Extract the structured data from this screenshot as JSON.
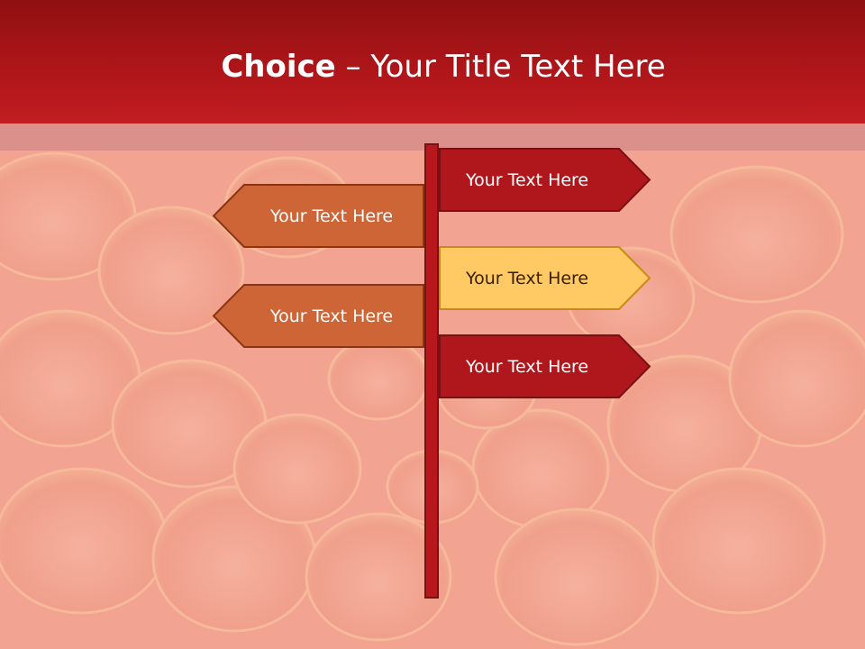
{
  "slide": {
    "title_bold": "Choice",
    "title_rest": " – Your Title Text Here"
  },
  "signs": [
    {
      "label": "Your Text Here",
      "direction": "right",
      "fill": "#b0171c",
      "stroke": "#7a1014",
      "text_color": "#ffffff"
    },
    {
      "label": "Your Text Here",
      "direction": "left",
      "fill": "#cd6537",
      "stroke": "#8a3414",
      "text_color": "#ffffff"
    },
    {
      "label": "Your Text Here",
      "direction": "right",
      "fill": "#ffc964",
      "stroke": "#c98a17",
      "text_color": "#3a2000"
    },
    {
      "label": "Your Text Here",
      "direction": "left",
      "fill": "#cd6537",
      "stroke": "#8a3414",
      "text_color": "#ffffff"
    },
    {
      "label": "Your Text Here",
      "direction": "right",
      "fill": "#b0171c",
      "stroke": "#7a1014",
      "text_color": "#ffffff"
    }
  ],
  "colors": {
    "title_bar": "#a8141a",
    "post": "#b8171c",
    "background_tint": "#f2a493"
  },
  "icons": {
    "background": "dahlia-petals-image"
  }
}
